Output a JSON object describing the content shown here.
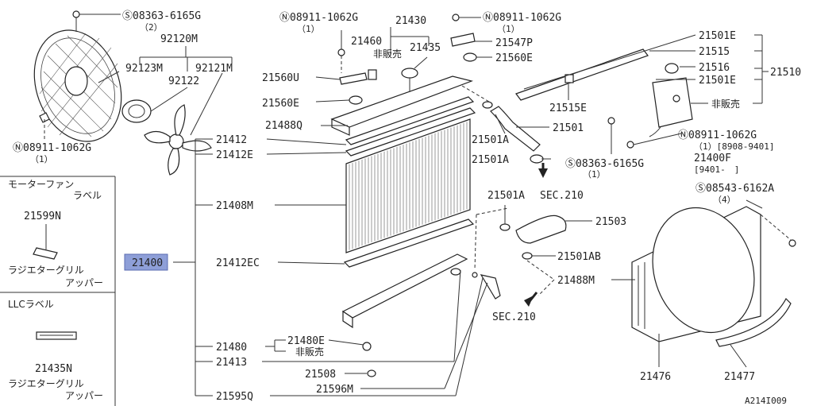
{
  "diagram_code": "A214I009",
  "selected_part": "21400",
  "left_panel": {
    "box1_title": "モーターファン",
    "box1_title2": "ラベル",
    "box1_part": "21599N",
    "box1_caption1": "ラジエターグリル",
    "box1_caption2": "アッパー",
    "box2_title": "LLCラベル",
    "box2_part": "21435N",
    "box2_caption1": "ラジエターグリル",
    "box2_caption2": "アッパー"
  },
  "labels": {
    "bolt_top_left": "Ⓢ08363-6165G",
    "bolt_top_left_qty": "（2）",
    "p92120M": "92120M",
    "p92123M": "92123M",
    "p92121M": "92121M",
    "p92122": "92122",
    "nut_left": "Ⓝ08911-1062G",
    "nut_left_qty": "（1）",
    "nut_top_a": "Ⓝ08911-1062G",
    "nut_top_a_qty": "（1）",
    "p21430": "21430",
    "p21460": "21460",
    "not_sold_a": "非販売",
    "p21435": "21435",
    "nut_top_b": "Ⓝ08911-1062G",
    "nut_top_b_qty": "（1）",
    "p21547P": "21547P",
    "p21560E_a": "21560E",
    "p21560U": "21560U",
    "p21560E_b": "21560E",
    "p21488Q": "21488Q",
    "p21412": "21412",
    "p21412E": "21412E",
    "p21408M": "21408M",
    "p21400": "21400",
    "p21412EC": "21412EC",
    "p21480": "21480",
    "p21480E": "21480E",
    "not_sold_b": "非販売",
    "p21413": "21413",
    "p21508": "21508",
    "p21596M": "21596M",
    "p21595Q": "21595Q",
    "p21501E_a": "21501E",
    "p21515": "21515",
    "p21516": "21516",
    "p21501E_b": "21501E",
    "p21510": "21510",
    "not_sold_c": "非販売",
    "p21515E": "21515E",
    "p21501": "21501",
    "p21501A_a": "21501A",
    "p21501A_b": "21501A",
    "sec210_a": "SEC.210",
    "nut_right": "Ⓝ08911-1062G",
    "nut_right_qty": "（1）[8908-9401]",
    "p21400F": "21400F",
    "p21400F_range": "[9401-　]",
    "bolt_right": "Ⓢ08363-6165G",
    "bolt_right_qty": "（1）",
    "p21501A_c": "21501A",
    "p21503": "21503",
    "bolt_far_right": "Ⓢ08543-6162A",
    "bolt_far_right_qty": "（4）",
    "p21501AB": "21501AB",
    "p21488M": "21488M",
    "sec210_b": "SEC.210",
    "p21476": "21476",
    "p21477": "21477"
  }
}
